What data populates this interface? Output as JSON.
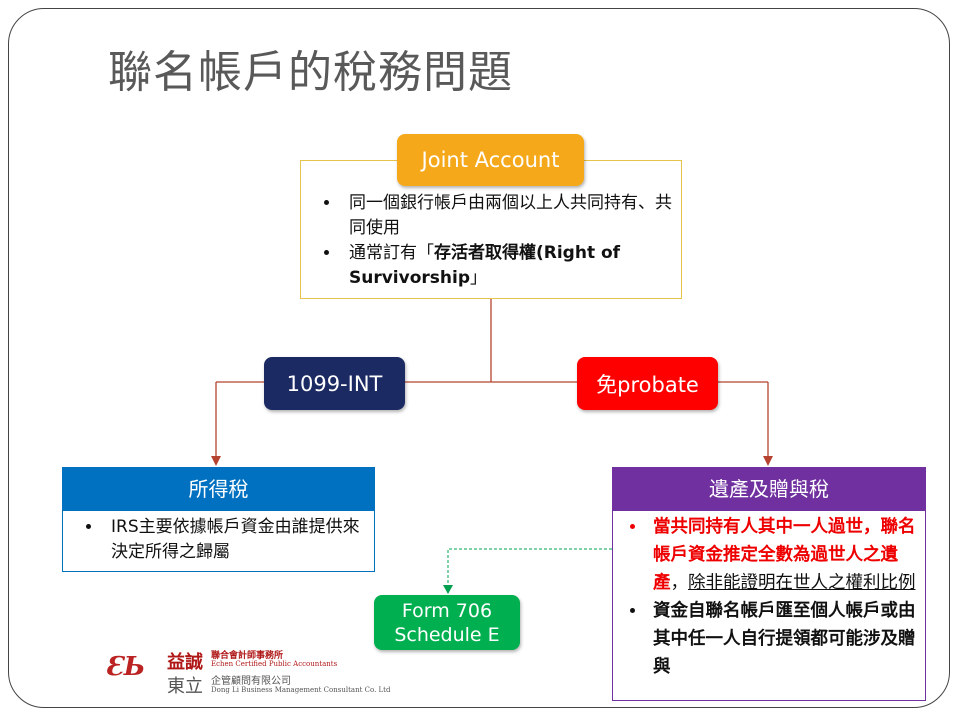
{
  "title": "聯名帳戶的稅務問題",
  "joint": {
    "label": "Joint Account",
    "bullets": [
      "同一個銀行帳戶由兩個以上人共同持有、共同使用"
    ],
    "b2_pre": "通常訂有「",
    "b2_bold": "存活者取得權(Right of Survivorship",
    "b2_post": "」"
  },
  "int_label": "1099-INT",
  "probate_label": "免probate",
  "income": {
    "title": "所得稅",
    "bullet": "IRS主要依據帳戶資金由誰提供來決定所得之歸屬"
  },
  "estate": {
    "title": "遺產及贈與稅",
    "b1_red": "當共同持有人其中一人過世，聯名帳戶資金推定全數為過世人之遺產",
    "b1_sep": "，",
    "b1_under": "除非能證明在世人之權利比例",
    "b2": "資金自聯名帳戶匯至個人帳戶或由其中任一人自行提領都可能涉及贈與"
  },
  "form": {
    "line1": "Form 706",
    "line2": "Schedule E"
  },
  "logo": {
    "name1": "益誠",
    "firm1": "聯合會計師事務所",
    "firm1_en": "Echen Certified Public Accountants",
    "name2": "東立",
    "firm2": "企管顧問有限公司",
    "firm2_en": "Dong Li Business Management Consultant Co. Ltd"
  },
  "colors": {
    "orange": "#f5a91a",
    "navy": "#1b2a63",
    "red": "#ff0000",
    "blue": "#0070c0",
    "purple": "#7030a0",
    "green": "#00b050"
  }
}
